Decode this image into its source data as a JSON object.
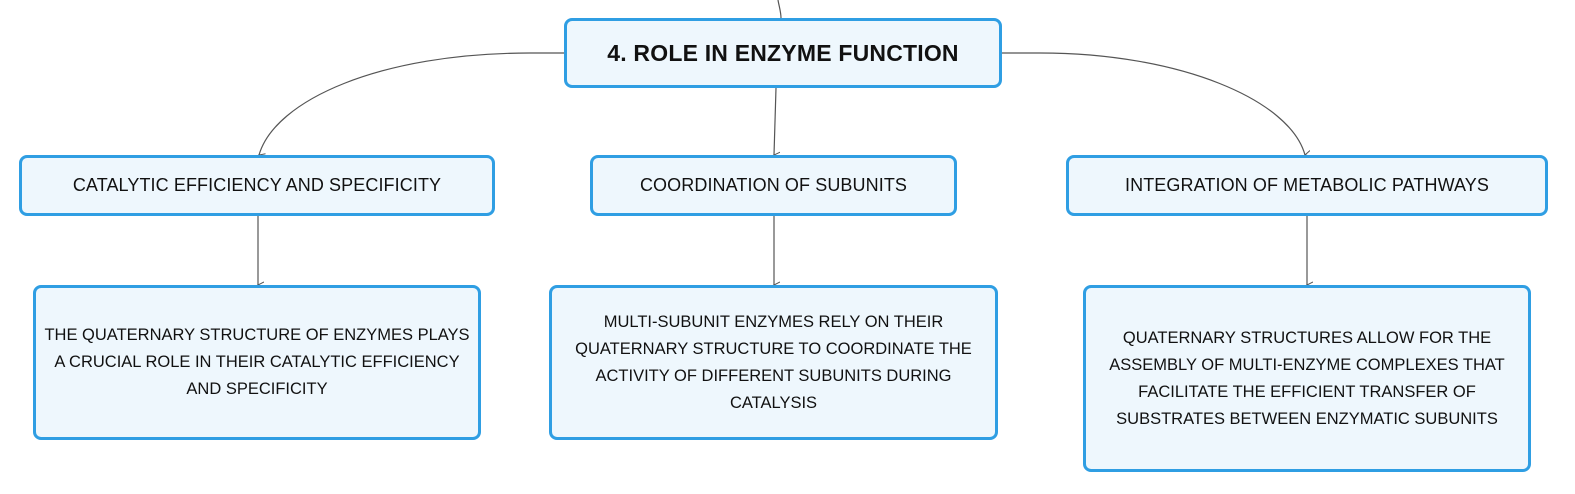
{
  "root": {
    "label": "4. ROLE IN ENZYME FUNCTION"
  },
  "branches": [
    {
      "label": "CATALYTIC EFFICIENCY AND SPECIFICITY",
      "detail": "THE QUATERNARY STRUCTURE OF ENZYMES PLAYS A CRUCIAL ROLE IN THEIR CATALYTIC EFFICIENCY AND SPECIFICITY"
    },
    {
      "label": "COORDINATION OF SUBUNITS",
      "detail": "MULTI-SUBUNIT ENZYMES RELY ON THEIR QUATERNARY STRUCTURE TO COORDINATE THE ACTIVITY OF DIFFERENT SUBUNITS DURING CATALYSIS"
    },
    {
      "label": "INTEGRATION OF METABOLIC PATHWAYS",
      "detail": "QUATERNARY STRUCTURES ALLOW FOR THE ASSEMBLY OF MULTI-ENZYME COMPLEXES THAT FACILITATE THE EFFICIENT TRANSFER OF SUBSTRATES BETWEEN ENZYMATIC SUBUNITS"
    }
  ],
  "colors": {
    "node_border": "#2f9ee3",
    "node_fill": "#eef7fd",
    "connector": "#555555",
    "text": "#111111"
  }
}
